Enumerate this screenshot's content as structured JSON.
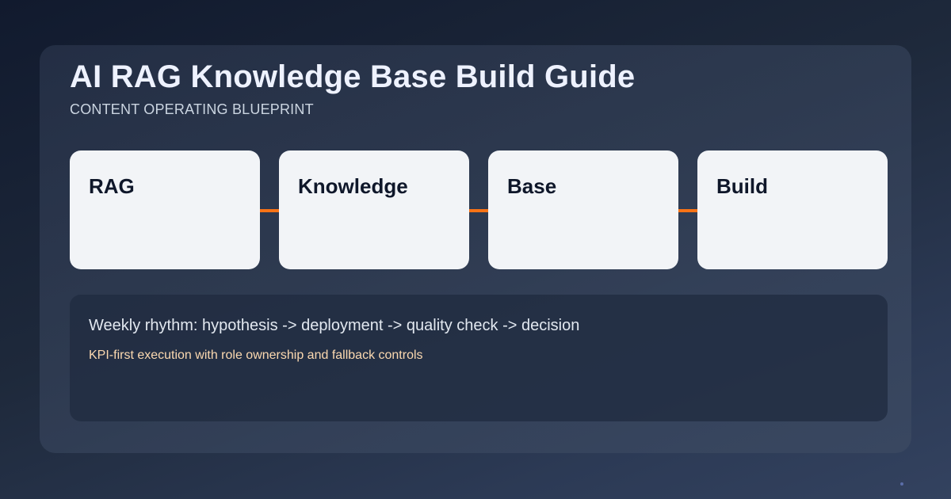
{
  "header": {
    "title": "AI RAG Knowledge Base Build Guide",
    "subtitle": "CONTENT OPERATING BLUEPRINT"
  },
  "steps": [
    {
      "label": "RAG"
    },
    {
      "label": "Knowledge"
    },
    {
      "label": "Base"
    },
    {
      "label": "Build"
    }
  ],
  "panel": {
    "line1": "Weekly rhythm: hypothesis -> deployment -> quality check -> decision",
    "line2": "KPI-first execution with role ownership and fallback controls"
  },
  "colors": {
    "background": "#1e293b",
    "card": "#f2f4f7",
    "connector": "#f97316",
    "title": "#eef2ff",
    "card_text": "#0f172a",
    "accent_text": "#fcd9b0"
  }
}
